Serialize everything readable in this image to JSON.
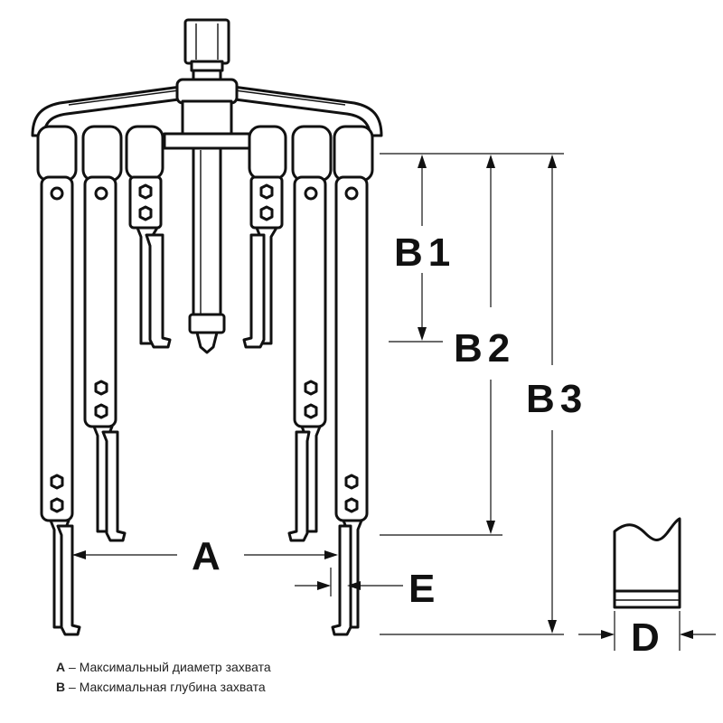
{
  "labels": {
    "A": "A",
    "B1": "B1",
    "B2": "B2",
    "B3": "B3",
    "D": "D",
    "E": "E"
  },
  "legend": [
    {
      "key": "A",
      "sep": " – ",
      "text": "Максимальный диаметр захвата"
    },
    {
      "key": "B",
      "sep": " – ",
      "text": "Максимальная глубина захвата"
    }
  ]
}
